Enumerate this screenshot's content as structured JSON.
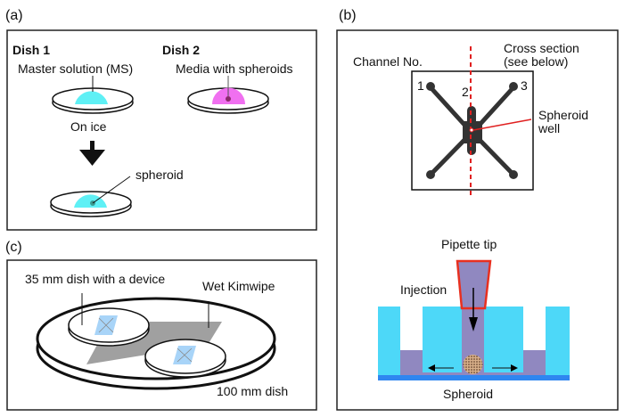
{
  "panels": {
    "a": {
      "label": "(a)",
      "dish1_title": "Dish 1",
      "dish1_caption": "Master solution (MS)",
      "dish2_title": "Dish 2",
      "dish2_caption": "Media with spheroids",
      "on_ice": "On ice",
      "spheroid": "spheroid"
    },
    "b": {
      "label": "(b)",
      "channel_no": "Channel No.",
      "cross_section_line1": "Cross section",
      "cross_section_line2": "(see below)",
      "ch1": "1",
      "ch2": "2",
      "ch3": "3",
      "spheroid_well_line1": "Spheroid",
      "spheroid_well_line2": "well",
      "pipette_tip": "Pipette tip",
      "injection": "Injection",
      "spheroid": "Spheroid"
    },
    "c": {
      "label": "(c)",
      "small_dish": "35 mm dish with a device",
      "kimwipe": "Wet Kimwipe",
      "big_dish": "100 mm dish"
    }
  },
  "colors": {
    "master_solution": "#5ff0f5",
    "media": "#f070f0",
    "channel": "#333333",
    "cross_section_line": "#e02020",
    "pdms": "#4dd8f8",
    "liquid": "#9088c0",
    "glass": "#2f86f0",
    "pipette_outline": "#e83020",
    "kimwipe": "#a0a0a0",
    "device": "#a8d4f8"
  }
}
